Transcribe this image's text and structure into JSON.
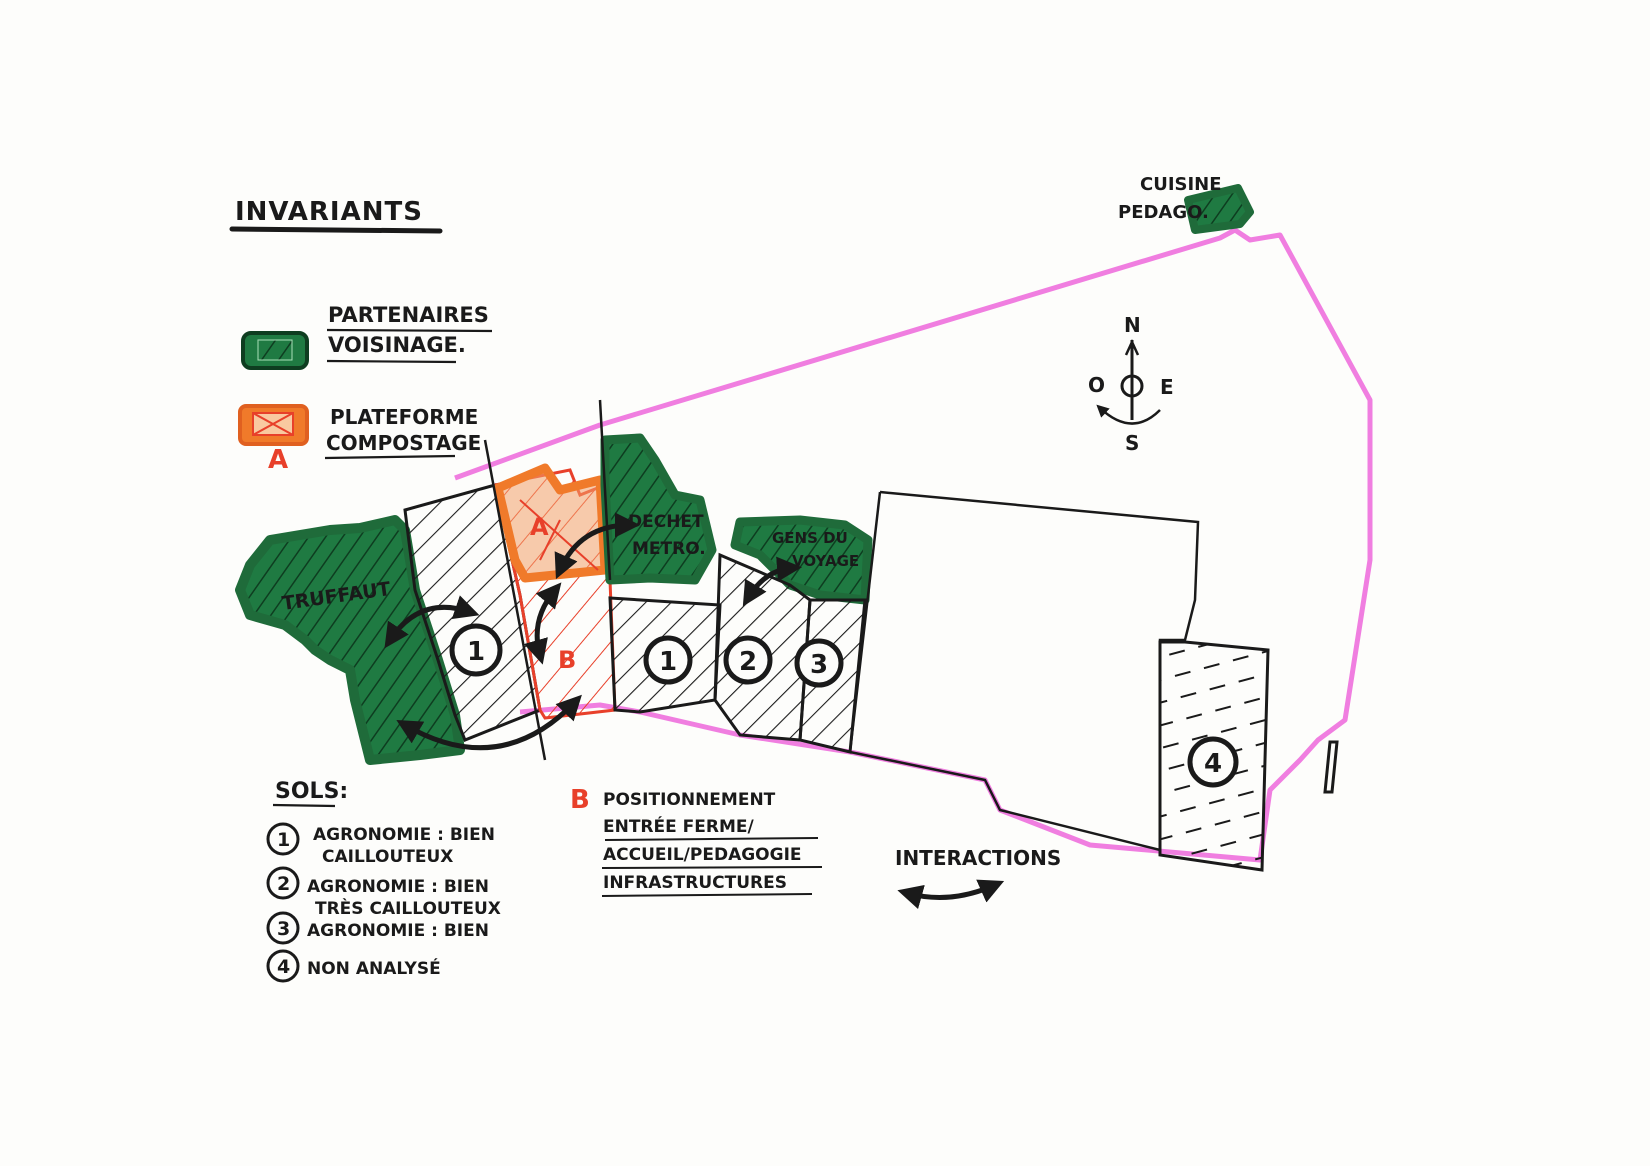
{
  "title": "INVARIANTS",
  "legend": {
    "partners": {
      "line1": "PARTENAIRES",
      "line2": "VOISINAGE."
    },
    "compost": {
      "line1": "PLATEFORME",
      "line2": "COMPOSTAGE",
      "letter": "A"
    }
  },
  "compass": {
    "n": "N",
    "s": "S",
    "e": "E",
    "o": "O"
  },
  "top_right_label": {
    "line1": "CUISINE",
    "line2": "PEDAGO."
  },
  "zones": {
    "truffaut": "TRUFFAUT",
    "dechet_metro": {
      "line1": "DECHET",
      "line2": "METRO."
    },
    "gens_du_voyage": {
      "line1": "GENS DU",
      "line2": "VOYAGE"
    },
    "a": "A",
    "b": "B"
  },
  "soil_numbers": [
    "1",
    "1",
    "2",
    "3",
    "4"
  ],
  "sols": {
    "title": "SOLS:",
    "items": [
      {
        "num": "1",
        "line1": "AGRONOMIE : BIEN",
        "line2": "CAILLOUTEUX"
      },
      {
        "num": "2",
        "line1": "AGRONOMIE : BIEN",
        "line2": "TRÈS CAILLOUTEUX"
      },
      {
        "num": "3",
        "line1": "AGRONOMIE : BIEN",
        "line2": ""
      },
      {
        "num": "4",
        "line1": "NON ANALYSÉ",
        "line2": ""
      }
    ]
  },
  "positioning": {
    "letter": "B",
    "line1": "POSITIONNEMENT",
    "line2": "ENTRÉE FERME/",
    "line3": "ACCUEIL/PEDAGOGIE",
    "line4": "INFRASTRUCTURES"
  },
  "interactions": "INTERACTIONS",
  "colors": {
    "ink": "#1a1a1a",
    "green": "#1f6b3a",
    "orange": "#f07a2a",
    "red": "#e8402a",
    "pink": "#f07ee0"
  }
}
